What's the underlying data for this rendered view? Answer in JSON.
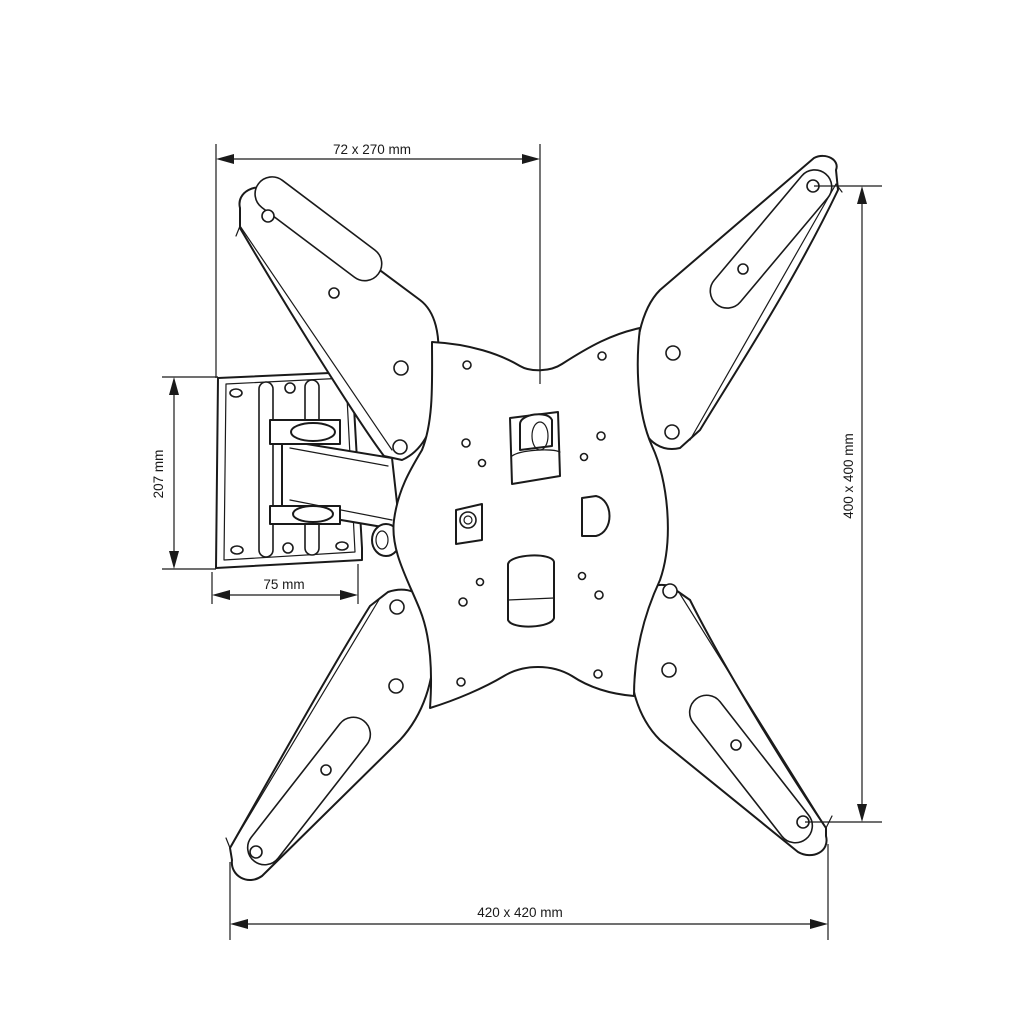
{
  "dimensions": {
    "top_width": "72 x 270 mm",
    "right_height": "400 x 400 mm",
    "bottom_width": "420 x 420 mm",
    "wall_plate_height": "207 mm",
    "wall_plate_depth": "75 mm"
  },
  "colors": {
    "line": "#1a1a1a",
    "background": "#ffffff"
  }
}
